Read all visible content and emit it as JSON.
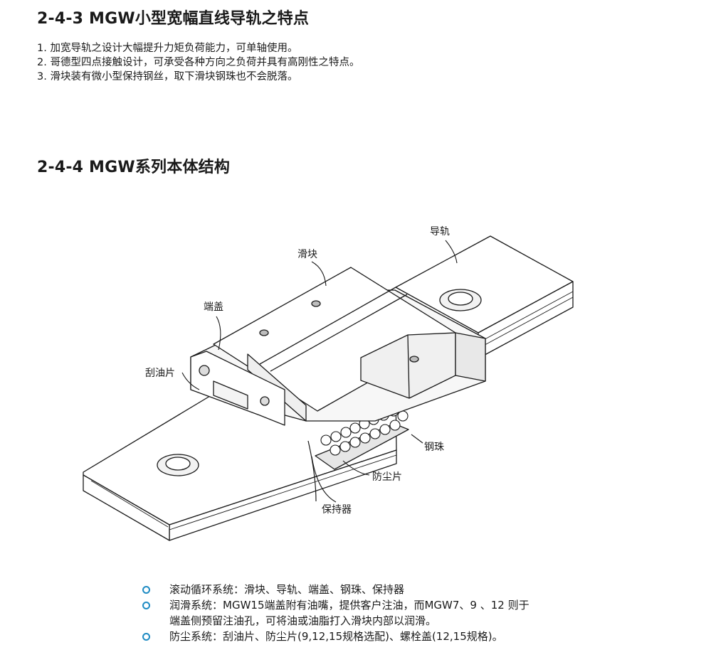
{
  "section_3": {
    "title": "2-4-3 MGW小型宽幅直线导轨之特点",
    "items": [
      "1. 加宽导轨之设计大幅提升力矩负荷能力，可单轴使用。",
      "2. 哥德型四点接触设计，可承受各种方向之负荷并具有高刚性之特点。",
      "3. 滑块装有微小型保持钢丝，取下滑块钢珠也不会脱落。"
    ]
  },
  "section_4": {
    "title": "2-4-4 MGW系列本体结构",
    "labels": {
      "rail": "导轨",
      "block": "滑块",
      "end_cap": "端盖",
      "scraper": "刮油片",
      "steel_balls": "钢珠",
      "dust_strip": "防尘片",
      "retainer": "保持器"
    },
    "systems": [
      {
        "line1": "滚动循环系统：滑块、导轨、端盖、钢珠、保持器",
        "line2": ""
      },
      {
        "line1": "润滑系统：MGW15端盖附有油嘴，提供客户注油，而MGW7、9 、12 则于",
        "line2": "端盖侧预留注油孔，可将油或油脂打入滑块内部以润滑。"
      },
      {
        "line1": "防尘系统：刮油片、防尘片(9,12,15规格选配)、螺栓盖(12,15规格)。",
        "line2": ""
      }
    ],
    "bullet_color": "#1e8bc3"
  }
}
